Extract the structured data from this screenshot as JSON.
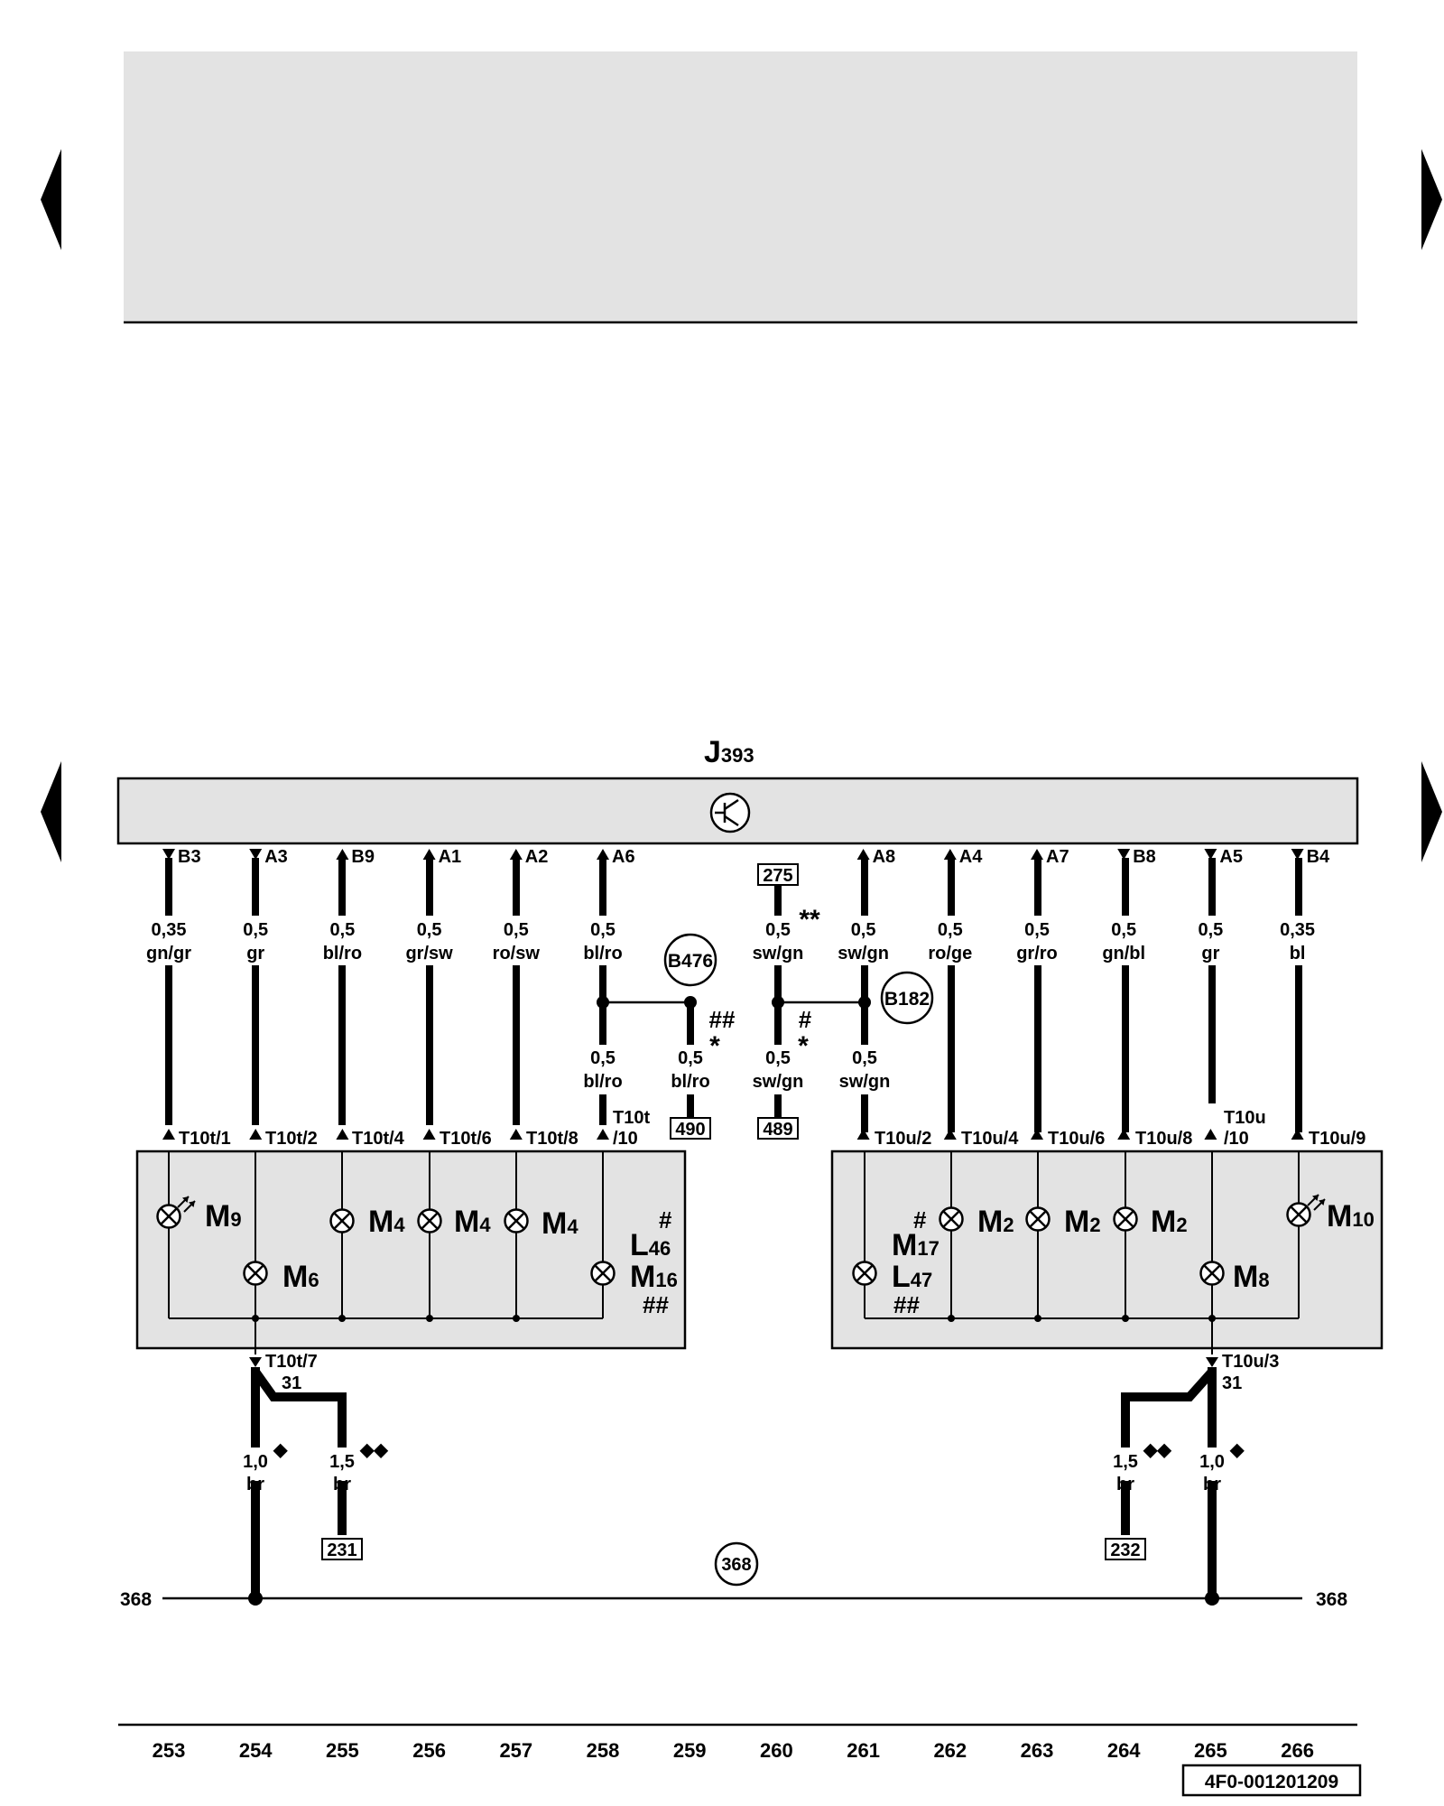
{
  "control_unit": {
    "name": "J",
    "sub": "393"
  },
  "pins_top": [
    {
      "col": 253,
      "pin": "B3",
      "dir": "down",
      "size": "0,35",
      "color": "gn/gr"
    },
    {
      "col": 254,
      "pin": "A3",
      "dir": "down",
      "size": "0,5",
      "color": "gr"
    },
    {
      "col": 255,
      "pin": "B9",
      "dir": "up",
      "size": "0,5",
      "color": "bl/ro"
    },
    {
      "col": 256,
      "pin": "A1",
      "dir": "up",
      "size": "0,5",
      "color": "gr/sw"
    },
    {
      "col": 257,
      "pin": "A2",
      "dir": "up",
      "size": "0,5",
      "color": "ro/sw"
    },
    {
      "col": 258,
      "pin": "A6",
      "dir": "up",
      "size": "0,5",
      "color": "bl/ro"
    },
    {
      "col": 261,
      "pin": "A8",
      "dir": "up",
      "size": "0,5",
      "color": "sw/gn"
    },
    {
      "col": 262,
      "pin": "A4",
      "dir": "up",
      "size": "0,5",
      "color": "ro/ge"
    },
    {
      "col": 263,
      "pin": "A7",
      "dir": "up",
      "size": "0,5",
      "color": "gr/ro"
    },
    {
      "col": 264,
      "pin": "B8",
      "dir": "down",
      "size": "0,5",
      "color": "gn/bl"
    },
    {
      "col": 265,
      "pin": "A5",
      "dir": "down",
      "size": "0,5",
      "color": "gr"
    },
    {
      "col": 266,
      "pin": "B4",
      "dir": "down",
      "size": "0,35",
      "color": "bl"
    }
  ],
  "ref_275": "275",
  "wire_260_top": {
    "size": "0,5",
    "color": "sw/gn",
    "mark": "**"
  },
  "junctions": {
    "b476": "B476",
    "b182": "B182"
  },
  "lower_wires": {
    "w258": {
      "size": "0,5",
      "color": "bl/ro"
    },
    "w259": {
      "size": "0,5",
      "color": "bl/ro",
      "mark1": "##",
      "mark2": "*",
      "ref": "490"
    },
    "w260": {
      "size": "0,5",
      "color": "sw/gn",
      "mark1": "#",
      "mark2": "*",
      "ref": "489"
    },
    "w261": {
      "size": "0,5",
      "color": "sw/gn"
    }
  },
  "connectors": {
    "c1": "T10t/1",
    "c2": "T10t/2",
    "c4": "T10t/4",
    "c6": "T10t/6",
    "c8": "T10t/8",
    "c10a": "T10t",
    "c10b": "/10",
    "u2": "T10u/2",
    "u4": "T10u/4",
    "u6": "T10u/6",
    "u8": "T10u/8",
    "u10a": "T10u",
    "u10b": "/10",
    "u9": "T10u/9",
    "t7": "T10t/7",
    "u3": "T10u/3",
    "g1": "31",
    "g2": "31"
  },
  "lamps_left": {
    "m9": {
      "main": "M",
      "sub": "9"
    },
    "m6": {
      "main": "M",
      "sub": "6"
    },
    "m4a": {
      "main": "M",
      "sub": "4"
    },
    "m4b": {
      "main": "M",
      "sub": "4"
    },
    "m4c": {
      "main": "M",
      "sub": "4"
    },
    "l46_hash": "#",
    "l46": {
      "main": "L",
      "sub": "46"
    },
    "m16": {
      "main": "M",
      "sub": "16"
    },
    "m16_hash": "##"
  },
  "lamps_right": {
    "m17_hash": "#",
    "m17": {
      "main": "M",
      "sub": "17"
    },
    "l47": {
      "main": "L",
      "sub": "47"
    },
    "l47_hash": "##",
    "m2a": {
      "main": "M",
      "sub": "2"
    },
    "m2b": {
      "main": "M",
      "sub": "2"
    },
    "m2c": {
      "main": "M",
      "sub": "2"
    },
    "m8": {
      "main": "M",
      "sub": "8"
    },
    "m10": {
      "main": "M",
      "sub": "10"
    }
  },
  "ground": {
    "w254": {
      "size": "1,0",
      "color": "br",
      "mark": "◆"
    },
    "w255": {
      "size": "1,5",
      "color": "br",
      "mark": "◆◆",
      "ref": "231"
    },
    "w264": {
      "size": "1,5",
      "color": "br",
      "mark": "◆◆",
      "ref": "232"
    },
    "w265": {
      "size": "1,0",
      "color": "br",
      "mark": "◆"
    },
    "bus_left": "368",
    "bus_right": "368",
    "bus_circle": "368"
  },
  "columns": [
    "253",
    "254",
    "255",
    "256",
    "257",
    "258",
    "259",
    "260",
    "261",
    "262",
    "263",
    "264",
    "265",
    "266"
  ],
  "diagram_id": "4F0-001201209",
  "colors": {
    "panel": "#e3e3e3",
    "line": "#000000"
  }
}
